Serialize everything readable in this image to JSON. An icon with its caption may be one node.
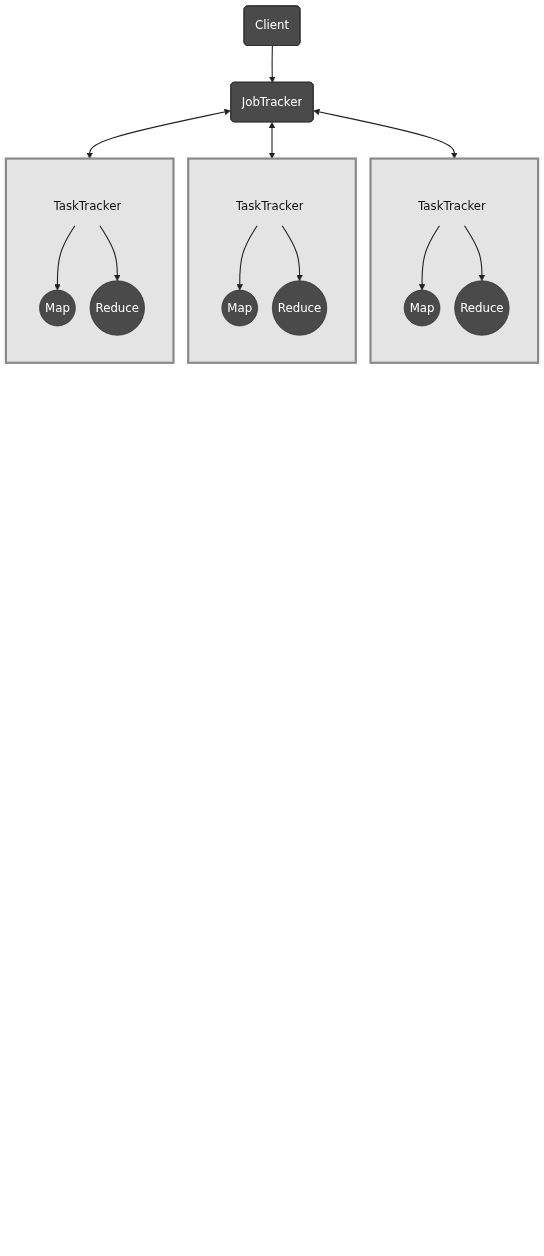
{
  "diagram": {
    "nodes": [
      {
        "text": [
          "Client"
        ]
      },
      {
        "text": [
          "JobTracker"
        ]
      },
      {
        "text": [],
        "shape": "box"
      },
      {
        "text": [
          "TaskTracker"
        ],
        "in": 2
      },
      {
        "text": [
          "Map"
        ],
        "in": 2
      },
      {
        "text": [
          "Reduce"
        ],
        "in": 2
      },
      {
        "text": [],
        "shape": "box"
      },
      {
        "text": [
          "TaskTracker"
        ],
        "in": 6
      },
      {
        "text": [
          "Map"
        ],
        "in": 6
      },
      {
        "text": [
          "Reduce"
        ],
        "in": 6
      },
      {
        "text": [],
        "shape": "box"
      },
      {
        "text": [
          "TaskTracker"
        ],
        "in": 10
      },
      {
        "text": [
          "Map"
        ],
        "in": 10
      },
      {
        "text": [
          "Reduce"
        ],
        "in": 10
      }
    ],
    "edges": [
      {
        "from": 0,
        "to": 1,
        "arrow": "to"
      },
      {
        "from": 1,
        "to": 2,
        "arrow": "both"
      },
      {
        "from": 1,
        "to": 6,
        "arrow": "both"
      },
      {
        "from": 1,
        "to": 10,
        "arrow": "both"
      },
      {
        "from": 3,
        "to": 4,
        "arrow": "to"
      },
      {
        "from": 3,
        "to": 5,
        "arrow": "to"
      },
      {
        "from": 7,
        "to": 8,
        "arrow": "to"
      },
      {
        "from": 7,
        "to": 9,
        "arrow": "to"
      },
      {
        "from": 11,
        "to": 12,
        "arrow": "to"
      },
      {
        "from": 11,
        "to": 13,
        "arrow": "to"
      }
    ]
  }
}
